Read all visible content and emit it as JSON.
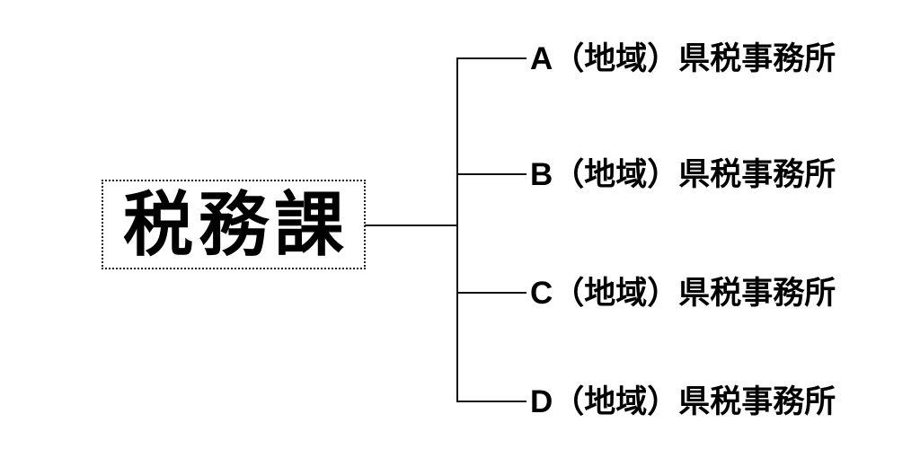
{
  "diagram": {
    "type": "org-chart",
    "root": {
      "label": "税務課"
    },
    "branches": [
      {
        "label": "A（地域）県税事務所"
      },
      {
        "label": "B（地域）県税事務所"
      },
      {
        "label": "C（地域）県税事務所"
      },
      {
        "label": "D（地域）県税事務所"
      }
    ],
    "colors": {
      "background": "#ffffff",
      "line": "#111111",
      "text": "#000000",
      "root_border": "#222222"
    }
  }
}
